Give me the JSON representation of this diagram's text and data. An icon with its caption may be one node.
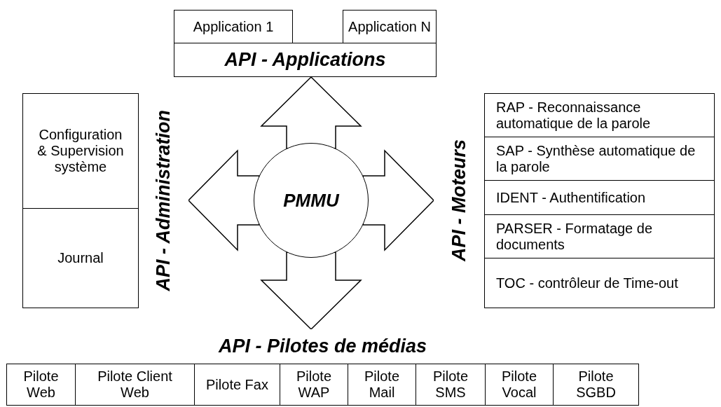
{
  "diagram": {
    "nodes": [
      {
        "text": [
          "API - Applications"
        ]
      },
      {
        "text": [
          "Application 1"
        ]
      },
      {
        "text": [
          "Application N"
        ]
      },
      {
        "text": [
          "API - Administration"
        ]
      },
      {
        "text": [
          "Configuration & Supervision système"
        ],
        "in": 3
      },
      {
        "text": [
          "Journal"
        ],
        "in": 3
      },
      {
        "text": [
          "PMMU"
        ]
      },
      {
        "text": [
          "API - Moteurs"
        ]
      },
      {
        "text": [
          "RAP - Reconnaissance automatique de la parole"
        ],
        "in": 7
      },
      {
        "text": [
          "SAP - Synthèse automatique de la parole"
        ],
        "in": 7
      },
      {
        "text": [
          "IDENT - Authentification"
        ],
        "in": 7
      },
      {
        "text": [
          "PARSER - Formatage de documents"
        ],
        "in": 7
      },
      {
        "text": [
          "TOC - contrôleur de Time-out"
        ],
        "in": 7
      },
      {
        "text": [
          "API - Pilotes de médias"
        ]
      },
      {
        "text": [
          "Pilote Web"
        ],
        "in": 13
      },
      {
        "text": [
          "Pilote Client Web"
        ],
        "in": 13
      },
      {
        "text": [
          "Pilote Fax"
        ],
        "in": 13
      },
      {
        "text": [
          "Pilote WAP"
        ],
        "in": 13
      },
      {
        "text": [
          "Pilote Mail"
        ],
        "in": 13
      },
      {
        "text": [
          "Pilote SMS"
        ],
        "in": 13
      },
      {
        "text": [
          "Pilote Vocal"
        ],
        "in": 13
      },
      {
        "text": [
          "Pilote SGBD"
        ],
        "in": 13
      }
    ],
    "edges": [
      {
        "from": 6,
        "to": 0,
        "arrow": "to"
      },
      {
        "from": 6,
        "to": 3,
        "arrow": "to"
      },
      {
        "from": 6,
        "to": 7,
        "arrow": "to"
      },
      {
        "from": 6,
        "to": 13,
        "arrow": "to"
      }
    ]
  }
}
